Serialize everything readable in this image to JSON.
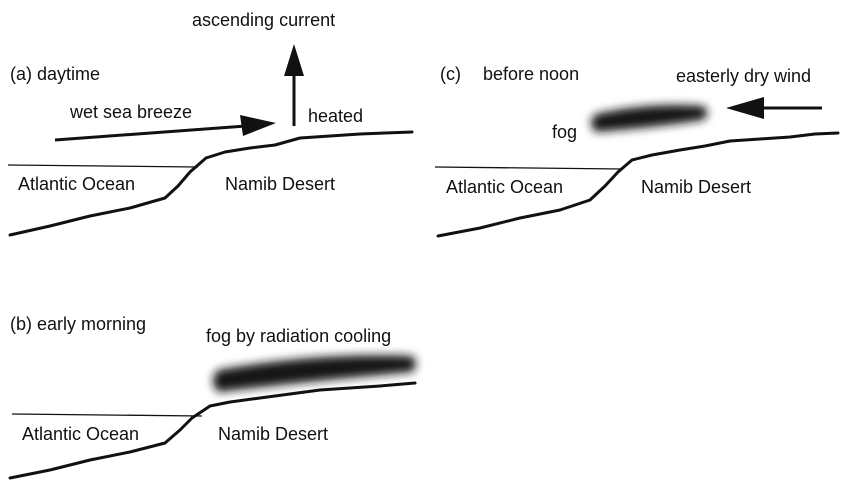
{
  "panels": {
    "a": {
      "title": "(a) daytime",
      "ascending": "ascending current",
      "breeze": "wet sea breeze",
      "heated": "heated",
      "ocean": "Atlantic Ocean",
      "desert": "Namib Desert"
    },
    "b": {
      "title": "(b) early morning",
      "fog": "fog by radiation cooling",
      "ocean": "Atlantic Ocean",
      "desert": "Namib Desert"
    },
    "c": {
      "title": "(c)",
      "subtitle": "before noon",
      "wind": "easterly dry wind",
      "fog": "fog",
      "ocean": "Atlantic Ocean",
      "desert": "Namib Desert"
    }
  },
  "colors": {
    "ink": "#111111",
    "fog": "#151515",
    "background": "#ffffff"
  },
  "icons": [
    "ascending-arrow-icon",
    "breeze-arrow-icon",
    "wind-arrow-icon"
  ]
}
